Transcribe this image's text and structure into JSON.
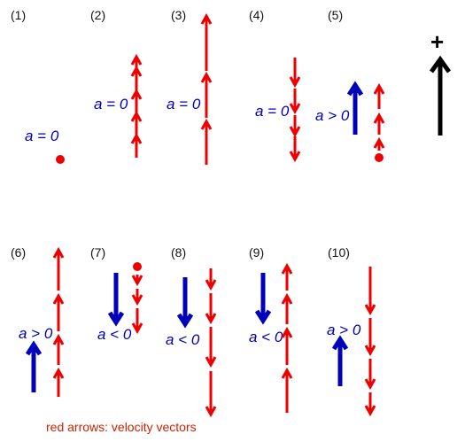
{
  "panels": [
    {
      "number": "(1)",
      "acceleration_label": "a = 0"
    },
    {
      "number": "(2)",
      "acceleration_label": "a = 0"
    },
    {
      "number": "(3)",
      "acceleration_label": "a = 0"
    },
    {
      "number": "(4)",
      "acceleration_label": "a = 0"
    },
    {
      "number": "(5)",
      "acceleration_label": "a > 0"
    },
    {
      "number": "(6)",
      "acceleration_label": "a > 0"
    },
    {
      "number": "(7)",
      "acceleration_label": "a < 0"
    },
    {
      "number": "(8)",
      "acceleration_label": "a < 0"
    },
    {
      "number": "(9)",
      "acceleration_label": "a < 0"
    },
    {
      "number": "(10)",
      "acceleration_label": "a > 0"
    }
  ],
  "sign_convention": "+",
  "caption": "red arrows:  velocity vectors",
  "colors": {
    "velocity": "#ee0000",
    "acceleration": "#0000bb",
    "direction": "#000000",
    "text": "#111111",
    "caption": "#cc2200"
  }
}
